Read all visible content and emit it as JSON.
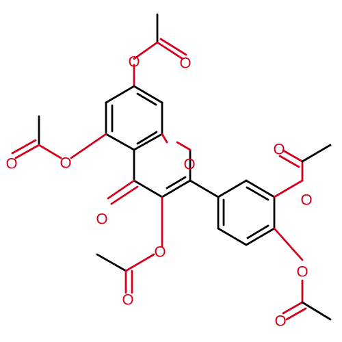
{
  "molecule": {
    "atom_symbols": {
      "oxygen": "O"
    },
    "colors": {
      "carbon_bond": "#000000",
      "oxygen": "#d4001c"
    },
    "oxygen_labels": [
      "O",
      "O",
      "O",
      "O",
      "O",
      "O",
      "O",
      "O",
      "O",
      "O",
      "O",
      "O"
    ]
  }
}
